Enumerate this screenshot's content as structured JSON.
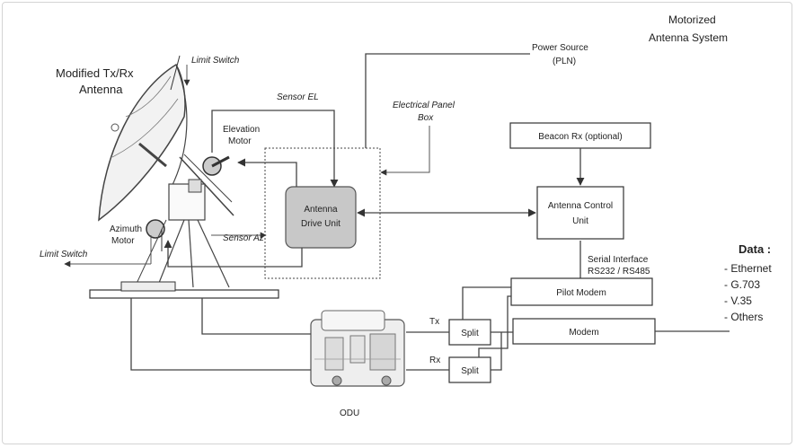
{
  "title": {
    "line1": "Motorized",
    "line2": "Antenna System"
  },
  "antenna": {
    "line1": "Modified Tx/Rx",
    "line2": "Antenna"
  },
  "labels": {
    "limit_switch_top": "Limit Switch",
    "limit_switch_left": "Limit Switch",
    "sensor_el": "Sensor EL",
    "sensor_az": "Sensor Az",
    "elevation_motor_1": "Elevation",
    "elevation_motor_2": "Motor",
    "azimuth_motor_1": "Azimuth",
    "azimuth_motor_2": "Motor",
    "power_source_1": "Power Source",
    "power_source_2": "(PLN)",
    "electrical_panel_1": "Electrical Panel",
    "electrical_panel_2": "Box",
    "serial_1": "Serial Interface",
    "serial_2": "RS232 / RS485",
    "tx": "Tx",
    "rx": "Rx",
    "odu": "ODU"
  },
  "blocks": {
    "drive_unit_1": "Antenna",
    "drive_unit_2": "Drive Unit",
    "beacon": "Beacon Rx (optional)",
    "acu_1": "Antenna Control",
    "acu_2": "Unit",
    "pilot_modem": "Pilot Modem",
    "modem": "Modem",
    "split_top": "Split",
    "split_bottom": "Split"
  },
  "data_list": {
    "heading": "Data :",
    "items": [
      "- Ethernet",
      "- G.703",
      "- V.35",
      "- Others"
    ]
  }
}
